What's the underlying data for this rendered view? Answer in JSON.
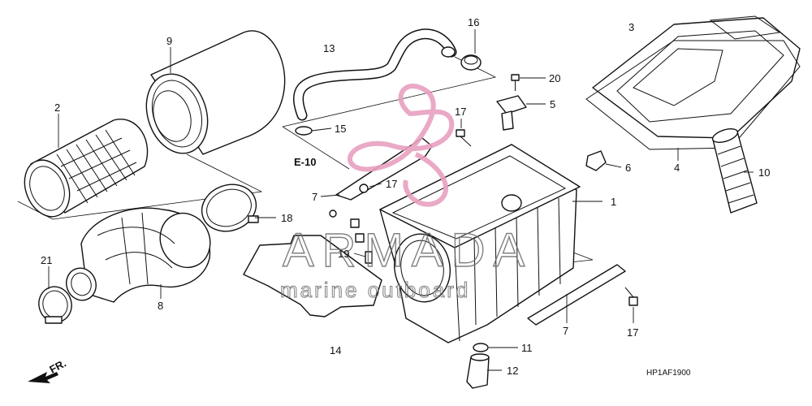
{
  "callouts": {
    "c1": "1",
    "c2": "2",
    "c3": "3",
    "c4": "4",
    "c5": "5",
    "c6": "6",
    "c7a": "7",
    "c7b": "7",
    "c8": "8",
    "c9": "9",
    "c10": "10",
    "c11": "11",
    "c12": "12",
    "c13": "13",
    "c14": "14",
    "c15": "15",
    "c16": "16",
    "c17a": "17",
    "c17b": "17",
    "c17c": "17",
    "c18": "18",
    "c19": "19",
    "c20": "20",
    "c21": "21"
  },
  "reference": "E-10",
  "direction_label": "FR.",
  "diagram_code": "HP1AF1900",
  "watermark": {
    "brand": "ARMADA",
    "tagline": "marine outboard",
    "logo_color": "#e8a0c0",
    "text_color": "#6b6b6b"
  }
}
